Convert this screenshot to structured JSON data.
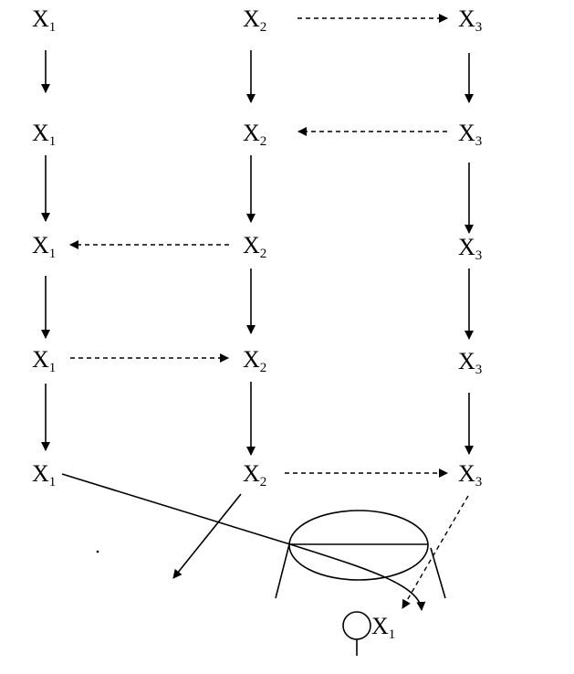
{
  "grid_labels": {
    "r0": {
      "c0": {
        "base": "X",
        "sub": "1"
      },
      "c1": {
        "base": "X",
        "sub": "2"
      },
      "c2": {
        "base": "X",
        "sub": "3"
      }
    },
    "r1": {
      "c0": {
        "base": "X",
        "sub": "1"
      },
      "c1": {
        "base": "X",
        "sub": "2"
      },
      "c2": {
        "base": "X",
        "sub": "3"
      }
    },
    "r2": {
      "c0": {
        "base": "X",
        "sub": "1"
      },
      "c1": {
        "base": "X",
        "sub": "2"
      },
      "c2": {
        "base": "X",
        "sub": "3"
      }
    },
    "r3": {
      "c0": {
        "base": "X",
        "sub": "1"
      },
      "c1": {
        "base": "X",
        "sub": "2"
      },
      "c2": {
        "base": "X",
        "sub": "3"
      }
    },
    "r4": {
      "c0": {
        "base": "X",
        "sub": "1"
      },
      "c1": {
        "base": "X",
        "sub": "2"
      },
      "c2": {
        "base": "X",
        "sub": "3"
      }
    }
  },
  "bottom_label": {
    "base": "X",
    "sub": "1"
  },
  "colors": {
    "stroke": "#000000",
    "background": "#ffffff"
  }
}
